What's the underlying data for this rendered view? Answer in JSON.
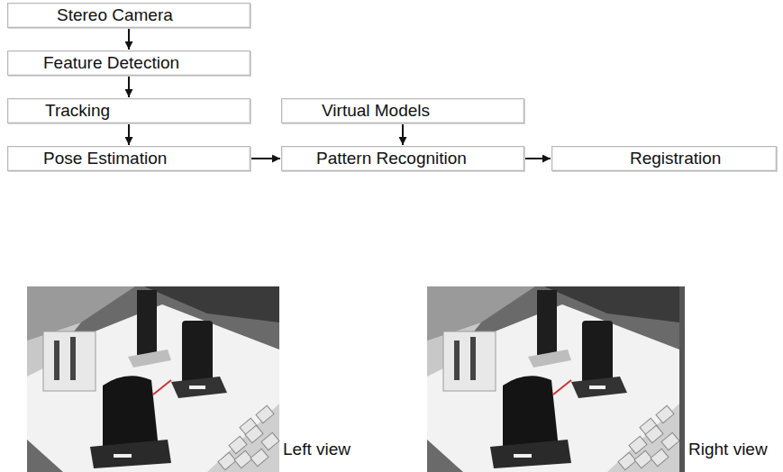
{
  "diagram": {
    "nodes": [
      {
        "text": [
          "Stereo Camera"
        ]
      },
      {
        "text": [
          "Feature Detection"
        ]
      },
      {
        "text": [
          "Tracking"
        ]
      },
      {
        "text": [
          "Pose Estimation"
        ]
      },
      {
        "text": [
          "Virtual Models"
        ]
      },
      {
        "text": [
          "Pattern Recognition"
        ]
      },
      {
        "text": [
          "Registration"
        ]
      }
    ],
    "edges": [
      {
        "from": 0,
        "to": 1,
        "arrow": "to"
      },
      {
        "from": 1,
        "to": 2,
        "arrow": "to"
      },
      {
        "from": 2,
        "to": 3,
        "arrow": "to"
      },
      {
        "from": 3,
        "to": 5,
        "arrow": "to"
      },
      {
        "from": 4,
        "to": 5,
        "arrow": "to"
      },
      {
        "from": 5,
        "to": 6,
        "arrow": "to"
      }
    ],
    "labels": [
      "Left view",
      "Right view"
    ]
  }
}
